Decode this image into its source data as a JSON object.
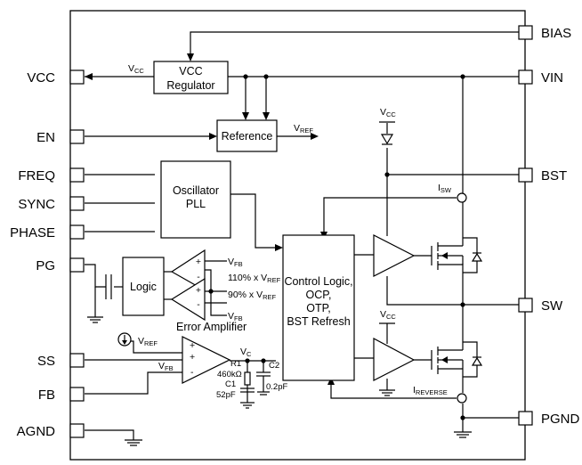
{
  "pins": {
    "left": {
      "vcc": "VCC",
      "en": "EN",
      "freq": "FREQ",
      "sync": "SYNC",
      "phase": "PHASE",
      "pg": "PG",
      "ss": "SS",
      "fb": "FB",
      "agnd": "AGND"
    },
    "right": {
      "bias": "BIAS",
      "vin": "VIN",
      "bst": "BST",
      "sw": "SW",
      "pgnd": "PGND"
    }
  },
  "blocks": {
    "vcc_regulator": {
      "line1": "VCC",
      "line2": "Regulator"
    },
    "reference": "Reference",
    "oscillator": {
      "line1": "Oscillator",
      "line2": "PLL"
    },
    "logic": "Logic",
    "control": {
      "line1": "Control Logic,",
      "line2": "OCP,",
      "line3": "OTP,",
      "line4": "BST Refresh"
    },
    "error_amplifier": "Error Amplifier"
  },
  "signals": {
    "vcc": {
      "base": "V",
      "sub": "CC"
    },
    "vref": {
      "base": "V",
      "sub": "REF"
    },
    "vfb": {
      "base": "V",
      "sub": "FB"
    },
    "vc": {
      "base": "V",
      "sub": "C"
    },
    "isw": {
      "base": "I",
      "sub": "SW"
    },
    "ireverse": {
      "base": "I",
      "sub": "REVERSE"
    },
    "pg_upper": {
      "pre": "110% x V",
      "sub": "REF"
    },
    "pg_lower": {
      "pre": "90% x V",
      "sub": "REF"
    }
  },
  "components": {
    "r1": {
      "name": "R1",
      "value": "460kΩ"
    },
    "c1": {
      "name": "C1",
      "value": "52pF"
    },
    "c2": {
      "name": "C2",
      "value": "0.2pF"
    }
  },
  "symbols": {
    "plus": "+",
    "minus": "-"
  }
}
